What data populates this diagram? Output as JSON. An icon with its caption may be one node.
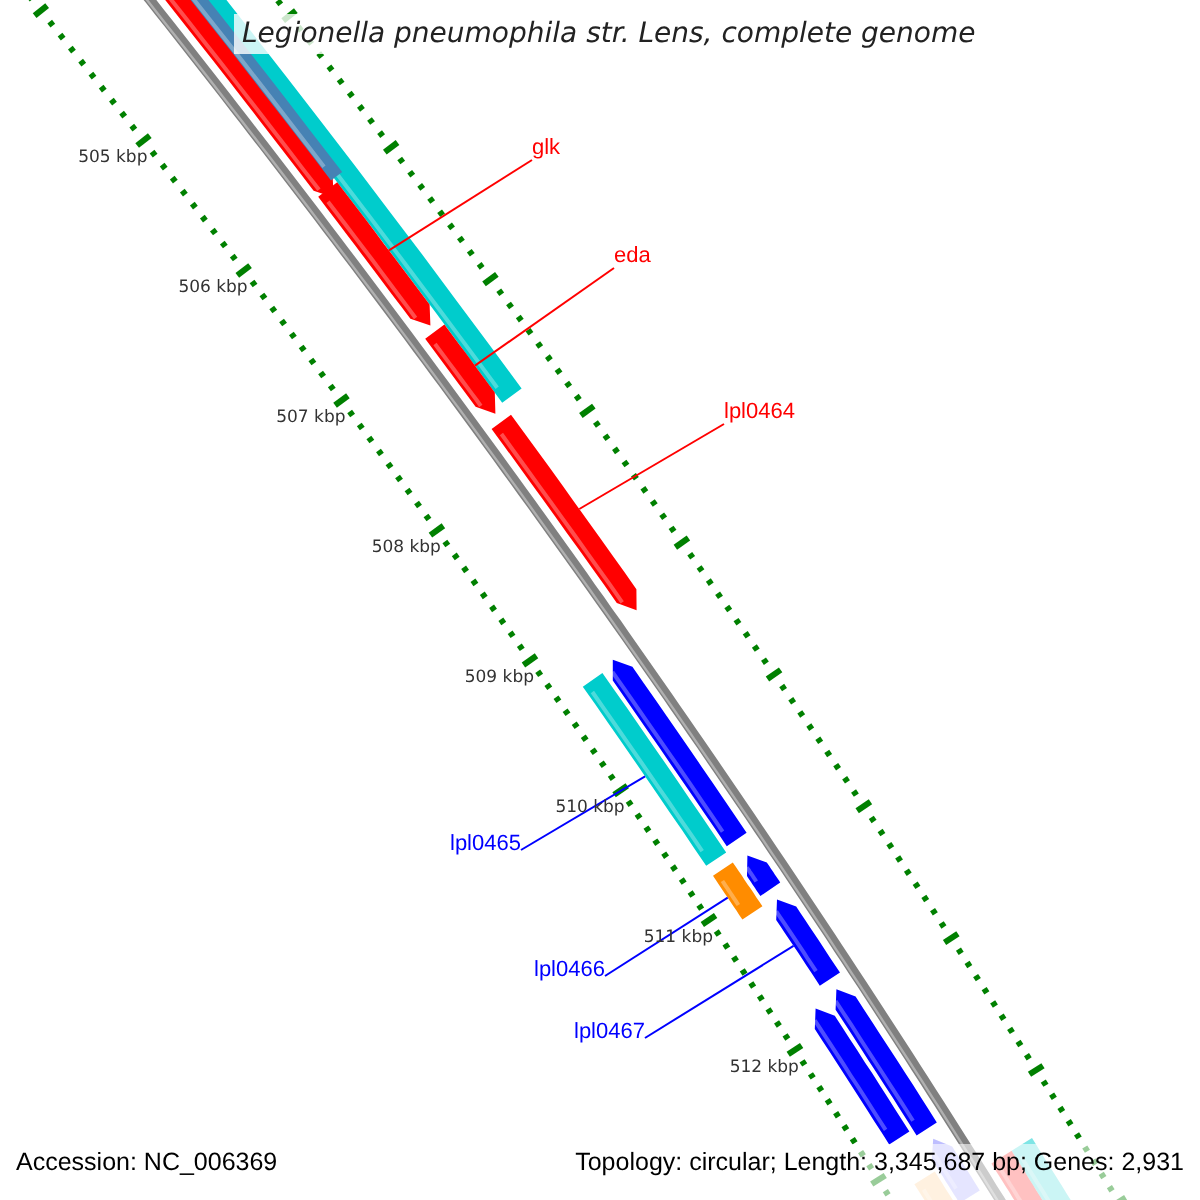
{
  "diagram": {
    "title": "Legionella pneumophila str. Lens, complete genome",
    "nodes": [
      {
        "text": [
          "glk"
        ]
      },
      {
        "text": [
          "eda"
        ]
      },
      {
        "text": [
          "lpl0464"
        ]
      },
      {
        "text": [
          "lpl0465"
        ]
      },
      {
        "text": [
          "lpl0466"
        ]
      },
      {
        "text": [
          "lpl0467"
        ]
      },
      {
        "text": [],
        "shape": "bar"
      },
      {
        "text": [],
        "shape": "bar"
      },
      {
        "text": [],
        "shape": "bar"
      },
      {
        "text": [],
        "shape": "bar"
      },
      {
        "text": [],
        "shape": "bar"
      },
      {
        "text": [],
        "shape": "bar"
      }
    ],
    "edges": [
      {
        "from": 0,
        "to": 6,
        "arrow": "none",
        "color": "#ff0000"
      },
      {
        "from": 1,
        "to": 7,
        "arrow": "none",
        "color": "#ff0000"
      },
      {
        "from": 2,
        "to": 8,
        "arrow": "none",
        "color": "#ff0000"
      },
      {
        "from": 3,
        "to": 9,
        "arrow": "none",
        "color": "#0000ff"
      },
      {
        "from": 4,
        "to": 10,
        "arrow": "none",
        "color": "#0000ff"
      },
      {
        "from": 5,
        "to": 11,
        "arrow": "none",
        "color": "#0000ff"
      }
    ],
    "labels": [
      "505 kbp",
      "506 kbp",
      "507 kbp",
      "508 kbp",
      "509 kbp",
      "510 kbp",
      "511 kbp",
      "512 kbp",
      "Accession: NC_006369",
      "Topology: circular; Length: 3,345,687 bp; Genes: 2,931"
    ]
  }
}
